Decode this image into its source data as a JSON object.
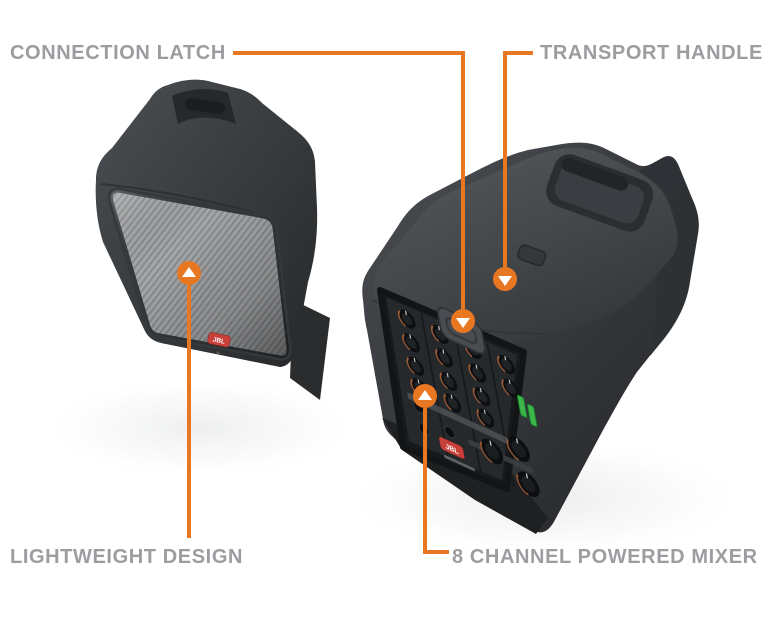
{
  "colors": {
    "accent": "#E87722",
    "label_text": "#9B9DA0",
    "logo_red": "#C8403A",
    "led_green": "#3CB54A"
  },
  "callouts": {
    "connection_latch": "CONNECTION LATCH",
    "transport_handle": "TRANSPORT HANDLE",
    "lightweight_design": "LIGHTWEIGHT DESIGN",
    "powered_mixer": "8 CHANNEL POWERED MIXER"
  },
  "branding": {
    "speaker_logo": "JBL",
    "mixer_logo": "JBL"
  }
}
